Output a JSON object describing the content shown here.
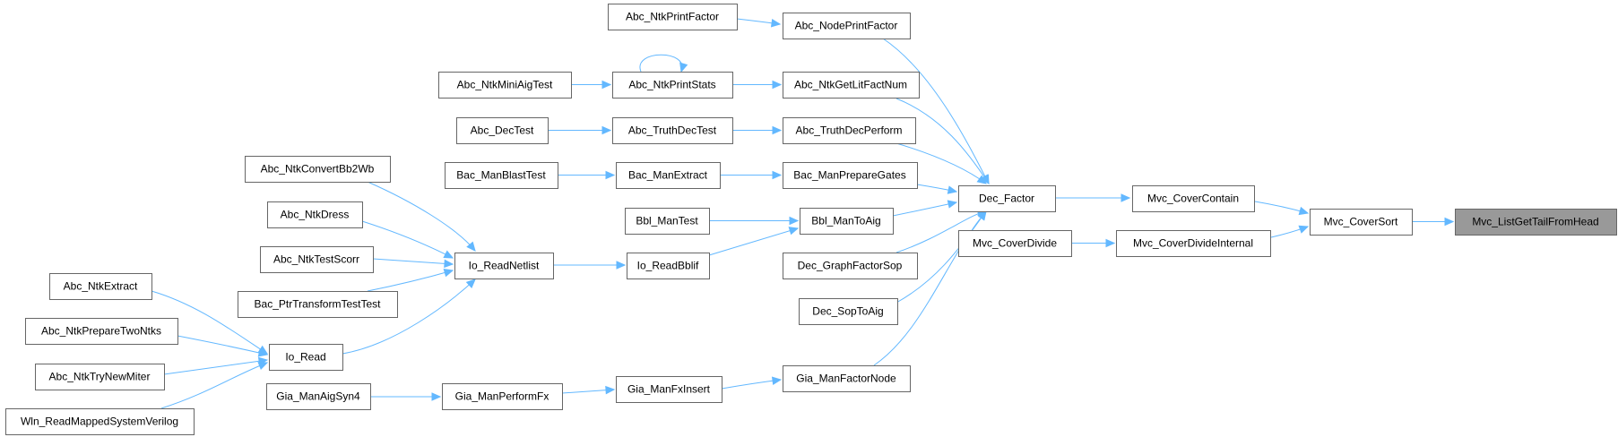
{
  "graph": {
    "edge_color": "#63b8ff",
    "node_border": "#666666",
    "root_fill": "#999999",
    "nodes": [
      {
        "id": "root",
        "label": "Mvc_ListGetTailFromHead",
        "root": true
      },
      {
        "id": "covsort",
        "label": "Mvc_CoverSort"
      },
      {
        "id": "covcontain",
        "label": "Mvc_CoverContain"
      },
      {
        "id": "covdivint",
        "label": "Mvc_CoverDivideInternal"
      },
      {
        "id": "covdiv",
        "label": "Mvc_CoverDivide"
      },
      {
        "id": "decfactor",
        "label": "Dec_Factor"
      },
      {
        "id": "nodeprint",
        "label": "Abc_NodePrintFactor"
      },
      {
        "id": "ntkprintfactor",
        "label": "Abc_NtkPrintFactor"
      },
      {
        "id": "getlit",
        "label": "Abc_NtkGetLitFactNum"
      },
      {
        "id": "printstats",
        "label": "Abc_NtkPrintStats"
      },
      {
        "id": "miniaig",
        "label": "Abc_NtkMiniAigTest"
      },
      {
        "id": "truthperf",
        "label": "Abc_TruthDecPerform"
      },
      {
        "id": "truthtest",
        "label": "Abc_TruthDecTest"
      },
      {
        "id": "dectest",
        "label": "Abc_DecTest"
      },
      {
        "id": "prepgates",
        "label": "Bac_ManPrepareGates"
      },
      {
        "id": "extract",
        "label": "Bac_ManExtract"
      },
      {
        "id": "blasttest",
        "label": "Bac_ManBlastTest"
      },
      {
        "id": "bbltoaig",
        "label": "Bbl_ManToAig"
      },
      {
        "id": "bbltest",
        "label": "Bbl_ManTest"
      },
      {
        "id": "readbblif",
        "label": "Io_ReadBblif"
      },
      {
        "id": "readnetlist",
        "label": "Io_ReadNetlist"
      },
      {
        "id": "convbb",
        "label": "Abc_NtkConvertBb2Wb"
      },
      {
        "id": "dress",
        "label": "Abc_NtkDress"
      },
      {
        "id": "scorr",
        "label": "Abc_NtkTestScorr"
      },
      {
        "id": "ptrtrans",
        "label": "Bac_PtrTransformTestTest"
      },
      {
        "id": "ioread",
        "label": "Io_Read"
      },
      {
        "id": "ntkextract",
        "label": "Abc_NtkExtract"
      },
      {
        "id": "preptwo",
        "label": "Abc_NtkPrepareTwoNtks"
      },
      {
        "id": "trymiter",
        "label": "Abc_NtkTryNewMiter"
      },
      {
        "id": "wln",
        "label": "Wln_ReadMappedSystemVerilog"
      },
      {
        "id": "graphsop",
        "label": "Dec_GraphFactorSop"
      },
      {
        "id": "soptoaig",
        "label": "Dec_SopToAig"
      },
      {
        "id": "factornode",
        "label": "Gia_ManFactorNode"
      },
      {
        "id": "fxinsert",
        "label": "Gia_ManFxInsert"
      },
      {
        "id": "performfx",
        "label": "Gia_ManPerformFx"
      },
      {
        "id": "aigsyn",
        "label": "Gia_ManAigSyn4"
      }
    ],
    "edges": [
      [
        "covsort",
        "root"
      ],
      [
        "covcontain",
        "covsort"
      ],
      [
        "covdivint",
        "covsort"
      ],
      [
        "covdiv",
        "covdivint"
      ],
      [
        "decfactor",
        "covcontain"
      ],
      [
        "nodeprint",
        "decfactor"
      ],
      [
        "ntkprintfactor",
        "nodeprint"
      ],
      [
        "getlit",
        "decfactor"
      ],
      [
        "printstats",
        "getlit"
      ],
      [
        "printstats",
        "printstats"
      ],
      [
        "miniaig",
        "printstats"
      ],
      [
        "truthperf",
        "decfactor"
      ],
      [
        "truthtest",
        "truthperf"
      ],
      [
        "dectest",
        "truthtest"
      ],
      [
        "prepgates",
        "decfactor"
      ],
      [
        "extract",
        "prepgates"
      ],
      [
        "blasttest",
        "extract"
      ],
      [
        "bbltoaig",
        "decfactor"
      ],
      [
        "bbltest",
        "bbltoaig"
      ],
      [
        "readbblif",
        "bbltoaig"
      ],
      [
        "readnetlist",
        "readbblif"
      ],
      [
        "convbb",
        "readnetlist"
      ],
      [
        "dress",
        "readnetlist"
      ],
      [
        "scorr",
        "readnetlist"
      ],
      [
        "ptrtrans",
        "readnetlist"
      ],
      [
        "ioread",
        "readnetlist"
      ],
      [
        "ntkextract",
        "ioread"
      ],
      [
        "preptwo",
        "ioread"
      ],
      [
        "trymiter",
        "ioread"
      ],
      [
        "wln",
        "ioread"
      ],
      [
        "graphsop",
        "decfactor"
      ],
      [
        "soptoaig",
        "decfactor"
      ],
      [
        "factornode",
        "decfactor"
      ],
      [
        "fxinsert",
        "factornode"
      ],
      [
        "performfx",
        "fxinsert"
      ],
      [
        "aigsyn",
        "performfx"
      ]
    ]
  }
}
